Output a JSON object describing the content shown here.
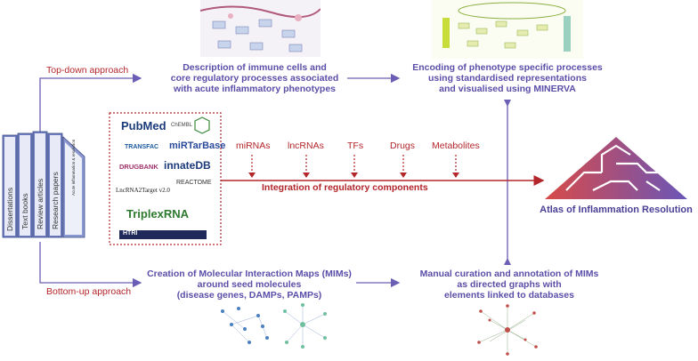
{
  "approaches": {
    "top_down": "Top-down approach",
    "bottom_up": "Bottom-up approach"
  },
  "steps": {
    "description": [
      "Description of immune cells and",
      "core regulatory processes associated",
      "with acute inflammatory phenotypes"
    ],
    "encoding": [
      "Encoding of phenotype specific processes",
      "using standardised representations",
      "and visualised using MINERVA"
    ],
    "creation": [
      "Creation of Molecular Interaction Maps (MIMs)",
      "around seed molecules",
      "(disease genes, DAMPs, PAMPs)"
    ],
    "curation": [
      "Manual curation and annotation of MIMs",
      "as directed graphs with",
      "elements linked to databases"
    ]
  },
  "components": [
    "miRNAs",
    "lncRNAs",
    "TFs",
    "Drugs",
    "Metabolites"
  ],
  "integration_label": "Integration of regulatory components",
  "atlas_label": "Atlas of Inflammation Resolution",
  "books": [
    "Dissertations",
    "Text books",
    "Review articles",
    "Research papers",
    "Acute inflammation & resolution"
  ],
  "databases": {
    "pubmed": "PubMed",
    "chembl": "ChEMBL",
    "transfac": "TRANSFAC",
    "mirtarbase": "miRTarBase",
    "drugbank": "DRUGBANK",
    "innatedb": "innateDB",
    "lncrna2target": "LncRNA2Target v2.0",
    "reactome": "REACTOME",
    "triplexrna": "TriplexRNA",
    "htri": "HTRI"
  },
  "colors": {
    "blue": "#5a4ea8",
    "red": "#b3262b",
    "arrow_blue": "#6a5fb5",
    "book": "#6f7fbf"
  }
}
